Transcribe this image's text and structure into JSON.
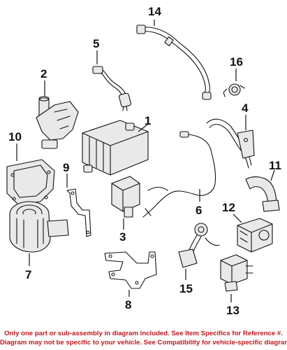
{
  "callouts": {
    "c1": "1",
    "c2": "2",
    "c3": "3",
    "c4": "4",
    "c5": "5",
    "c6": "6",
    "c7": "7",
    "c8": "8",
    "c9": "9",
    "c10": "10",
    "c11": "11",
    "c12": "12",
    "c13": "13",
    "c14": "14",
    "c15": "15",
    "c16": "16"
  },
  "disclaimer": {
    "line1": "Only one part or sub-assembly in diagram included. See Item Specifics for Reference #.",
    "line2": "Diagram may not be specific to your vehicle. See Compatibility for vehicle-specific diagrams."
  },
  "colors": {
    "disclaimer_text": "#c0161d",
    "line_art": "#111111"
  }
}
